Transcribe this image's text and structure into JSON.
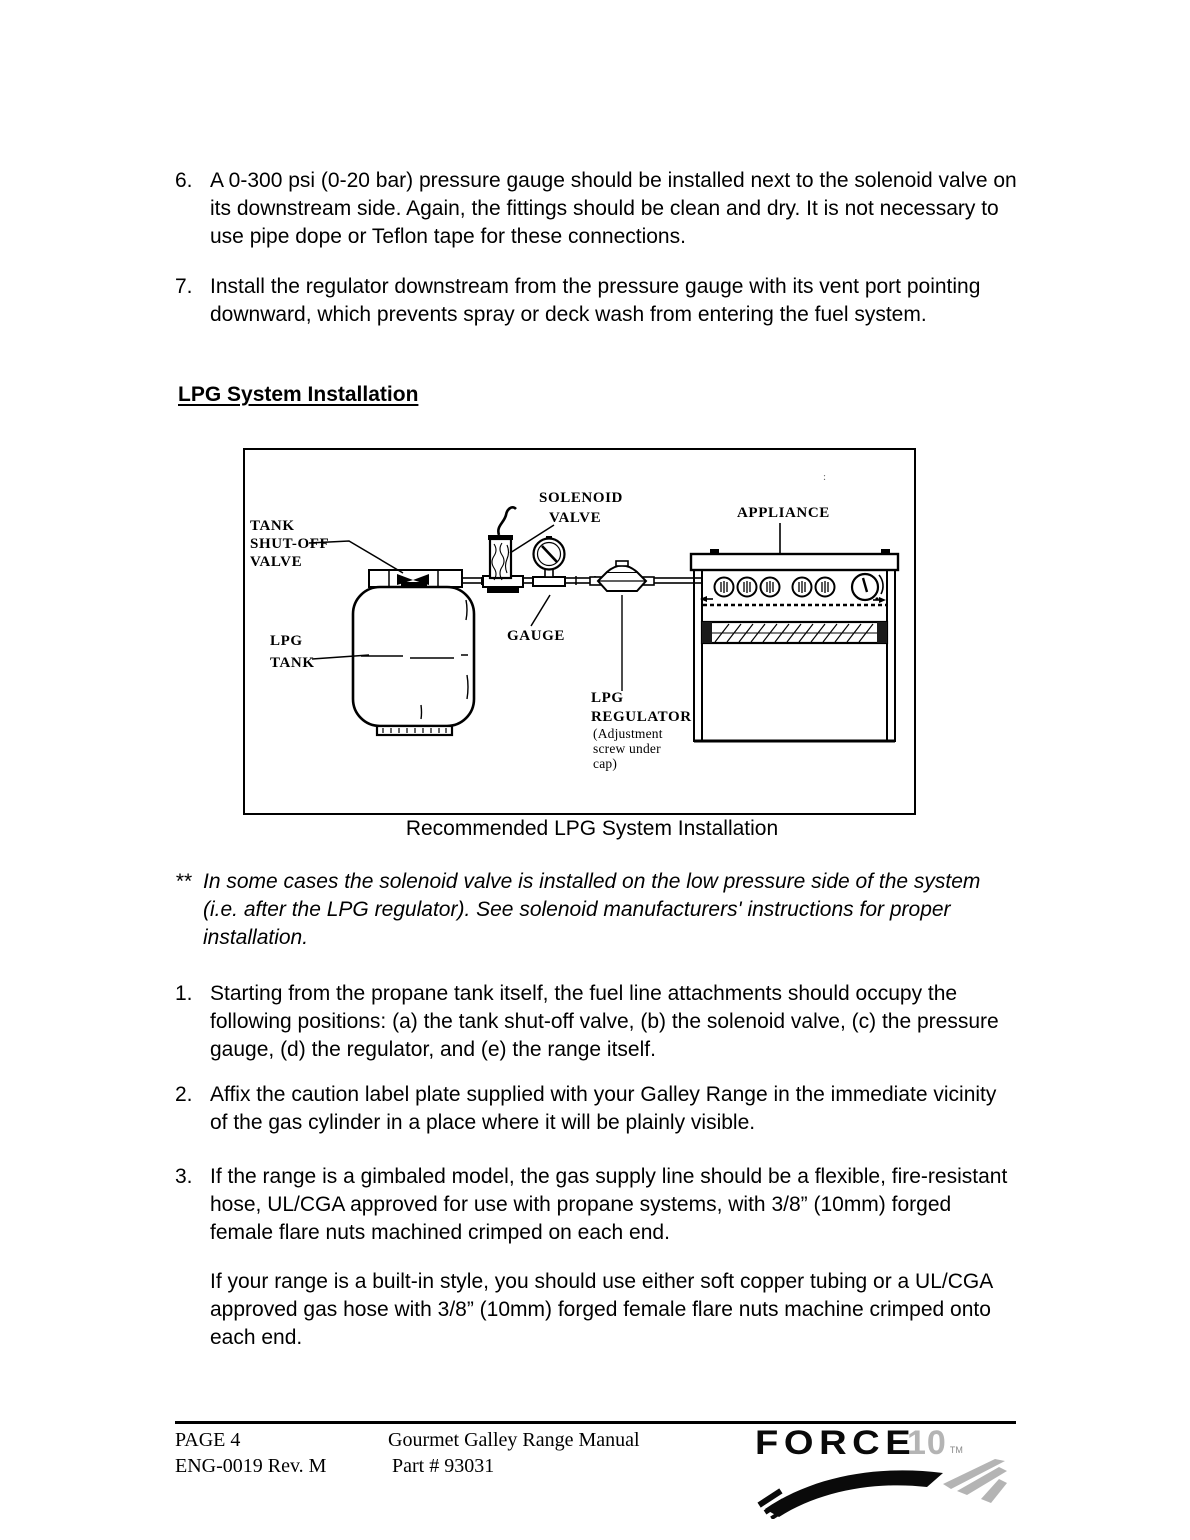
{
  "document": {
    "items_top": [
      {
        "num": "6.",
        "text": "A 0-300 psi (0-20 bar) pressure gauge should be installed next to the solenoid valve on its downstream side. Again, the fittings should be clean and dry. It is not necessary to use pipe dope or Teflon tape for these connections."
      },
      {
        "num": "7.",
        "text": "Install the regulator downstream from the pressure gauge with its vent port pointing downward, which prevents spray or deck wash from entering the fuel system."
      }
    ],
    "heading": "LPG System Installation",
    "figure": {
      "caption": "Recommended LPG System Installation",
      "labels": {
        "tank_shutoff": [
          "TANK",
          "SHUT-OFF",
          "VALVE"
        ],
        "solenoid": [
          "SOLENOID",
          "VALVE"
        ],
        "appliance": "APPLIANCE",
        "lpg_tank": [
          "LPG",
          "TANK"
        ],
        "gauge": "GAUGE",
        "regulator": [
          "LPG",
          "REGULATOR",
          "(Adjustment",
          "screw under",
          "cap)"
        ],
        "tick_mark": ":"
      }
    },
    "note": {
      "marker": "**",
      "text": "In some cases the solenoid valve is installed on the low pressure side of the system (i.e. after the LPG regulator). See solenoid manufacturers' instructions for proper installation."
    },
    "items_main": [
      {
        "num": "1.",
        "text": "Starting from the propane tank itself, the fuel line attachments should occupy the following positions: (a) the tank shut-off valve, (b) the solenoid valve, (c) the pressure gauge, (d) the regulator, and (e) the range itself."
      },
      {
        "num": "2.",
        "text": "Affix the caution label plate supplied with your Galley Range in the immediate vicinity of the gas cylinder in a place where it will be plainly visible."
      },
      {
        "num": "3.",
        "text": "If the range is a gimbaled model, the gas supply line should be a flexible, fire-resistant hose, UL/CGA approved for use with propane systems, with 3/8” (10mm) forged female flare nuts machined crimped on each end."
      }
    ],
    "item3_para2": "If your range is a built-in style, you should use either soft copper tubing or a UL/CGA approved gas hose with 3/8” (10mm) forged female flare nuts machine crimped onto each end.",
    "footer": {
      "page": "PAGE 4",
      "doc_rev": "ENG-0019 Rev. M",
      "manual_title": "Gourmet Galley Range Manual",
      "part_number": "Part # 93031",
      "logo": {
        "force": "FORCE",
        "ten": "10",
        "tm": "TM"
      }
    }
  }
}
